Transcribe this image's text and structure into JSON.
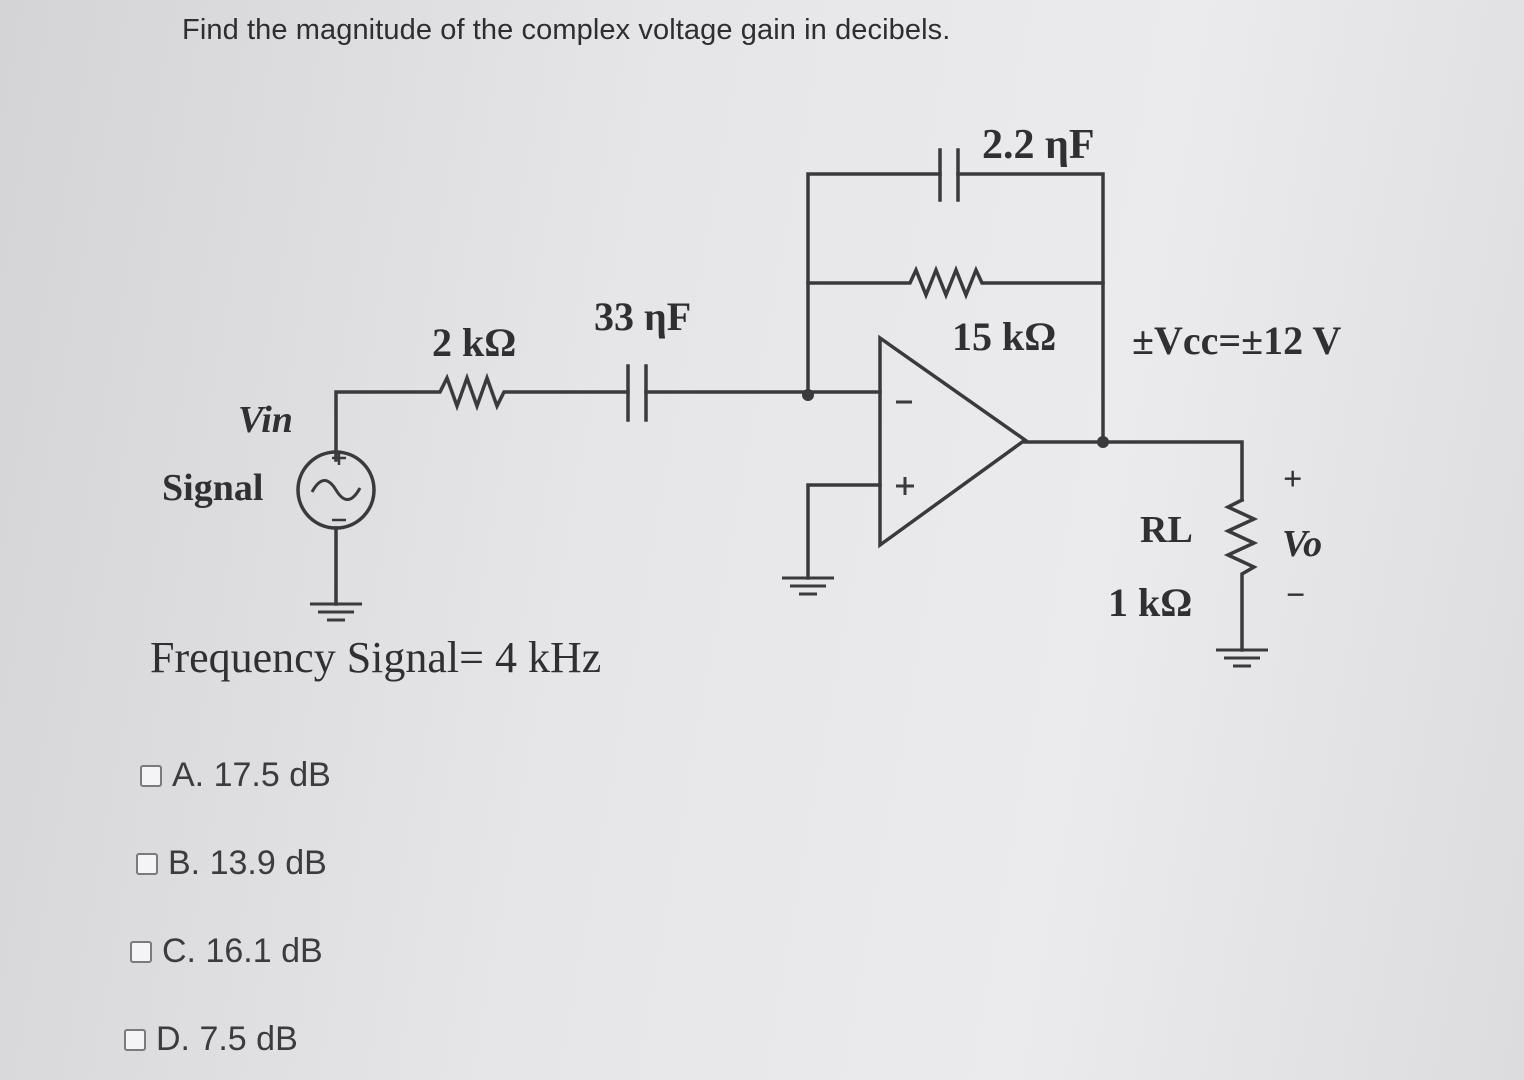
{
  "question": "Find the magnitude of the complex voltage gain in decibels.",
  "circuit": {
    "c_feedback": "2.2 ηF",
    "r_feedback": "15 kΩ",
    "r_input": "2 kΩ",
    "c_input": "33 ηF",
    "supply": "±Vcc=±12 V",
    "vin": "Vin",
    "signal": "Signal",
    "rl_label": "RL",
    "rl_value": "1 kΩ",
    "vo": "Vo",
    "plus": "+",
    "minus": "−",
    "frequency": "Frequency Signal=  4 kHz"
  },
  "options": [
    {
      "label": "A. 17.5 dB"
    },
    {
      "label": "B. 13.9 dB"
    },
    {
      "label": "C. 16.1 dB"
    },
    {
      "label": "D. 7.5 dB"
    }
  ]
}
